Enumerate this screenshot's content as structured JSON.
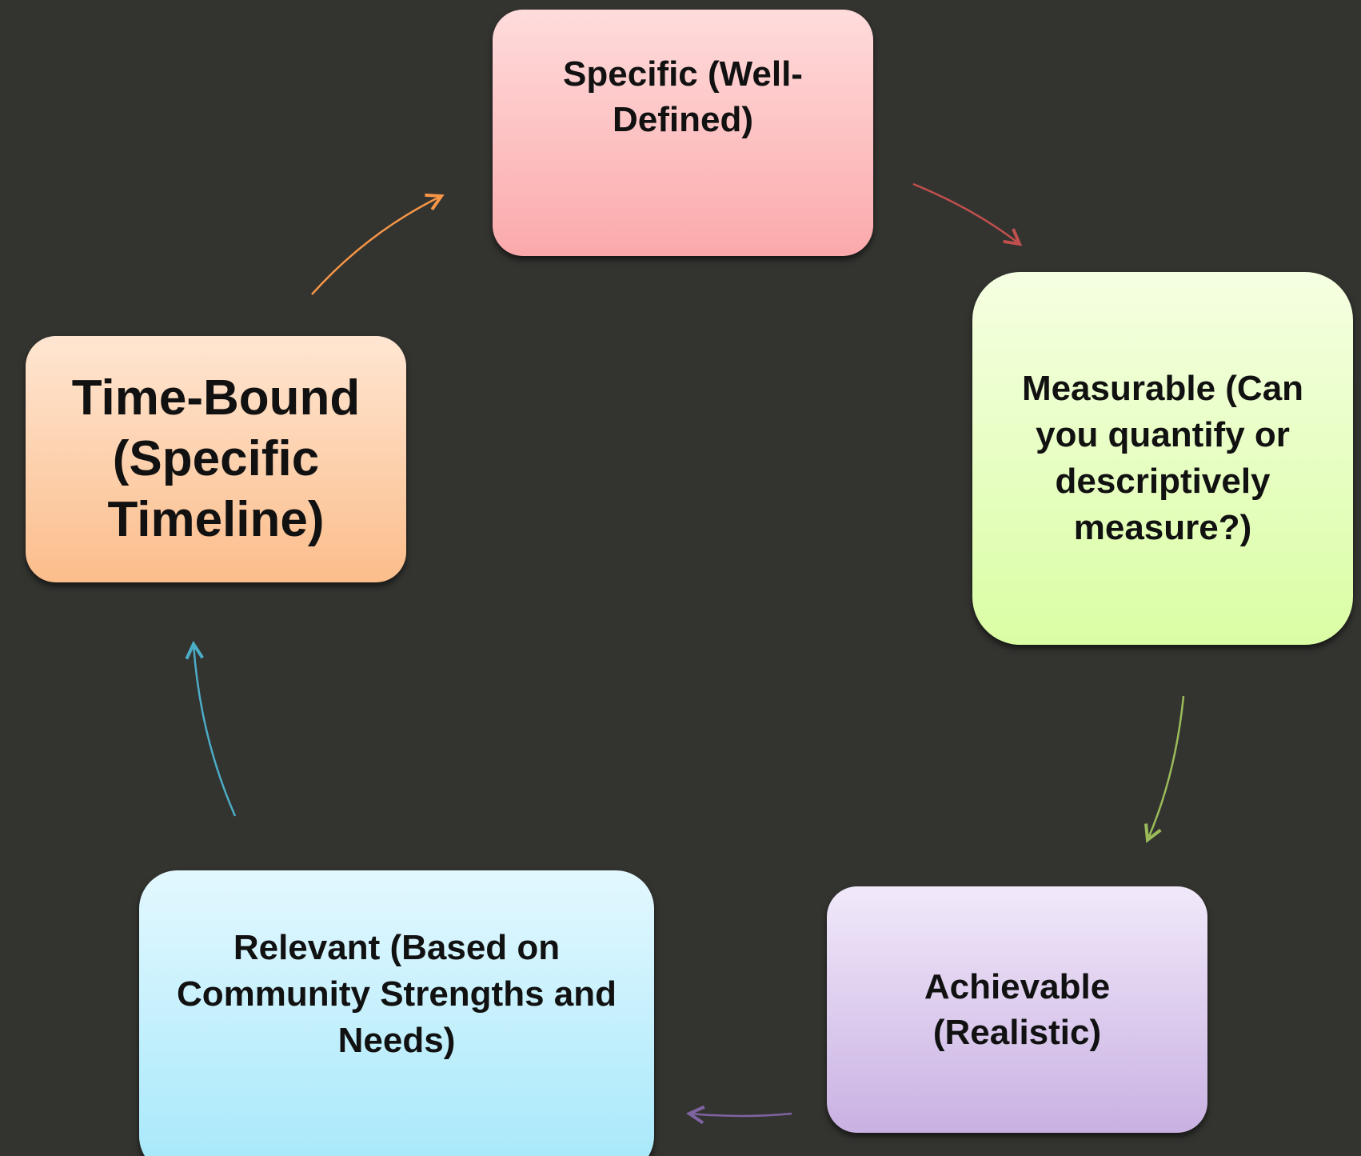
{
  "diagram": {
    "type": "cycle",
    "nodes": [
      {
        "id": "specific",
        "label": "Specific (Well-Defined)"
      },
      {
        "id": "measurable",
        "label": "Measurable (Can you quantify or descriptively measure?)"
      },
      {
        "id": "achievable",
        "label": "Achievable (Realistic)"
      },
      {
        "id": "relevant",
        "label": "Relevant (Based on Community Strengths and Needs)"
      },
      {
        "id": "timebound",
        "label": "Time-Bound (Specific Timeline)"
      }
    ],
    "edges": [
      {
        "from": "specific",
        "to": "measurable",
        "color": "#c0504d"
      },
      {
        "from": "measurable",
        "to": "achievable",
        "color": "#9bbb59"
      },
      {
        "from": "achievable",
        "to": "relevant",
        "color": "#8064a2"
      },
      {
        "from": "relevant",
        "to": "timebound",
        "color": "#4bacc6"
      },
      {
        "from": "timebound",
        "to": "specific",
        "color": "#f79646"
      }
    ]
  },
  "colors": {
    "background": "#333330",
    "specific_fill": "#fba9ab",
    "measurable_fill": "#dafea4",
    "achievable_fill": "#c9b1e2",
    "relevant_fill": "#a6e8fa",
    "timebound_fill": "#fbbd8b"
  }
}
